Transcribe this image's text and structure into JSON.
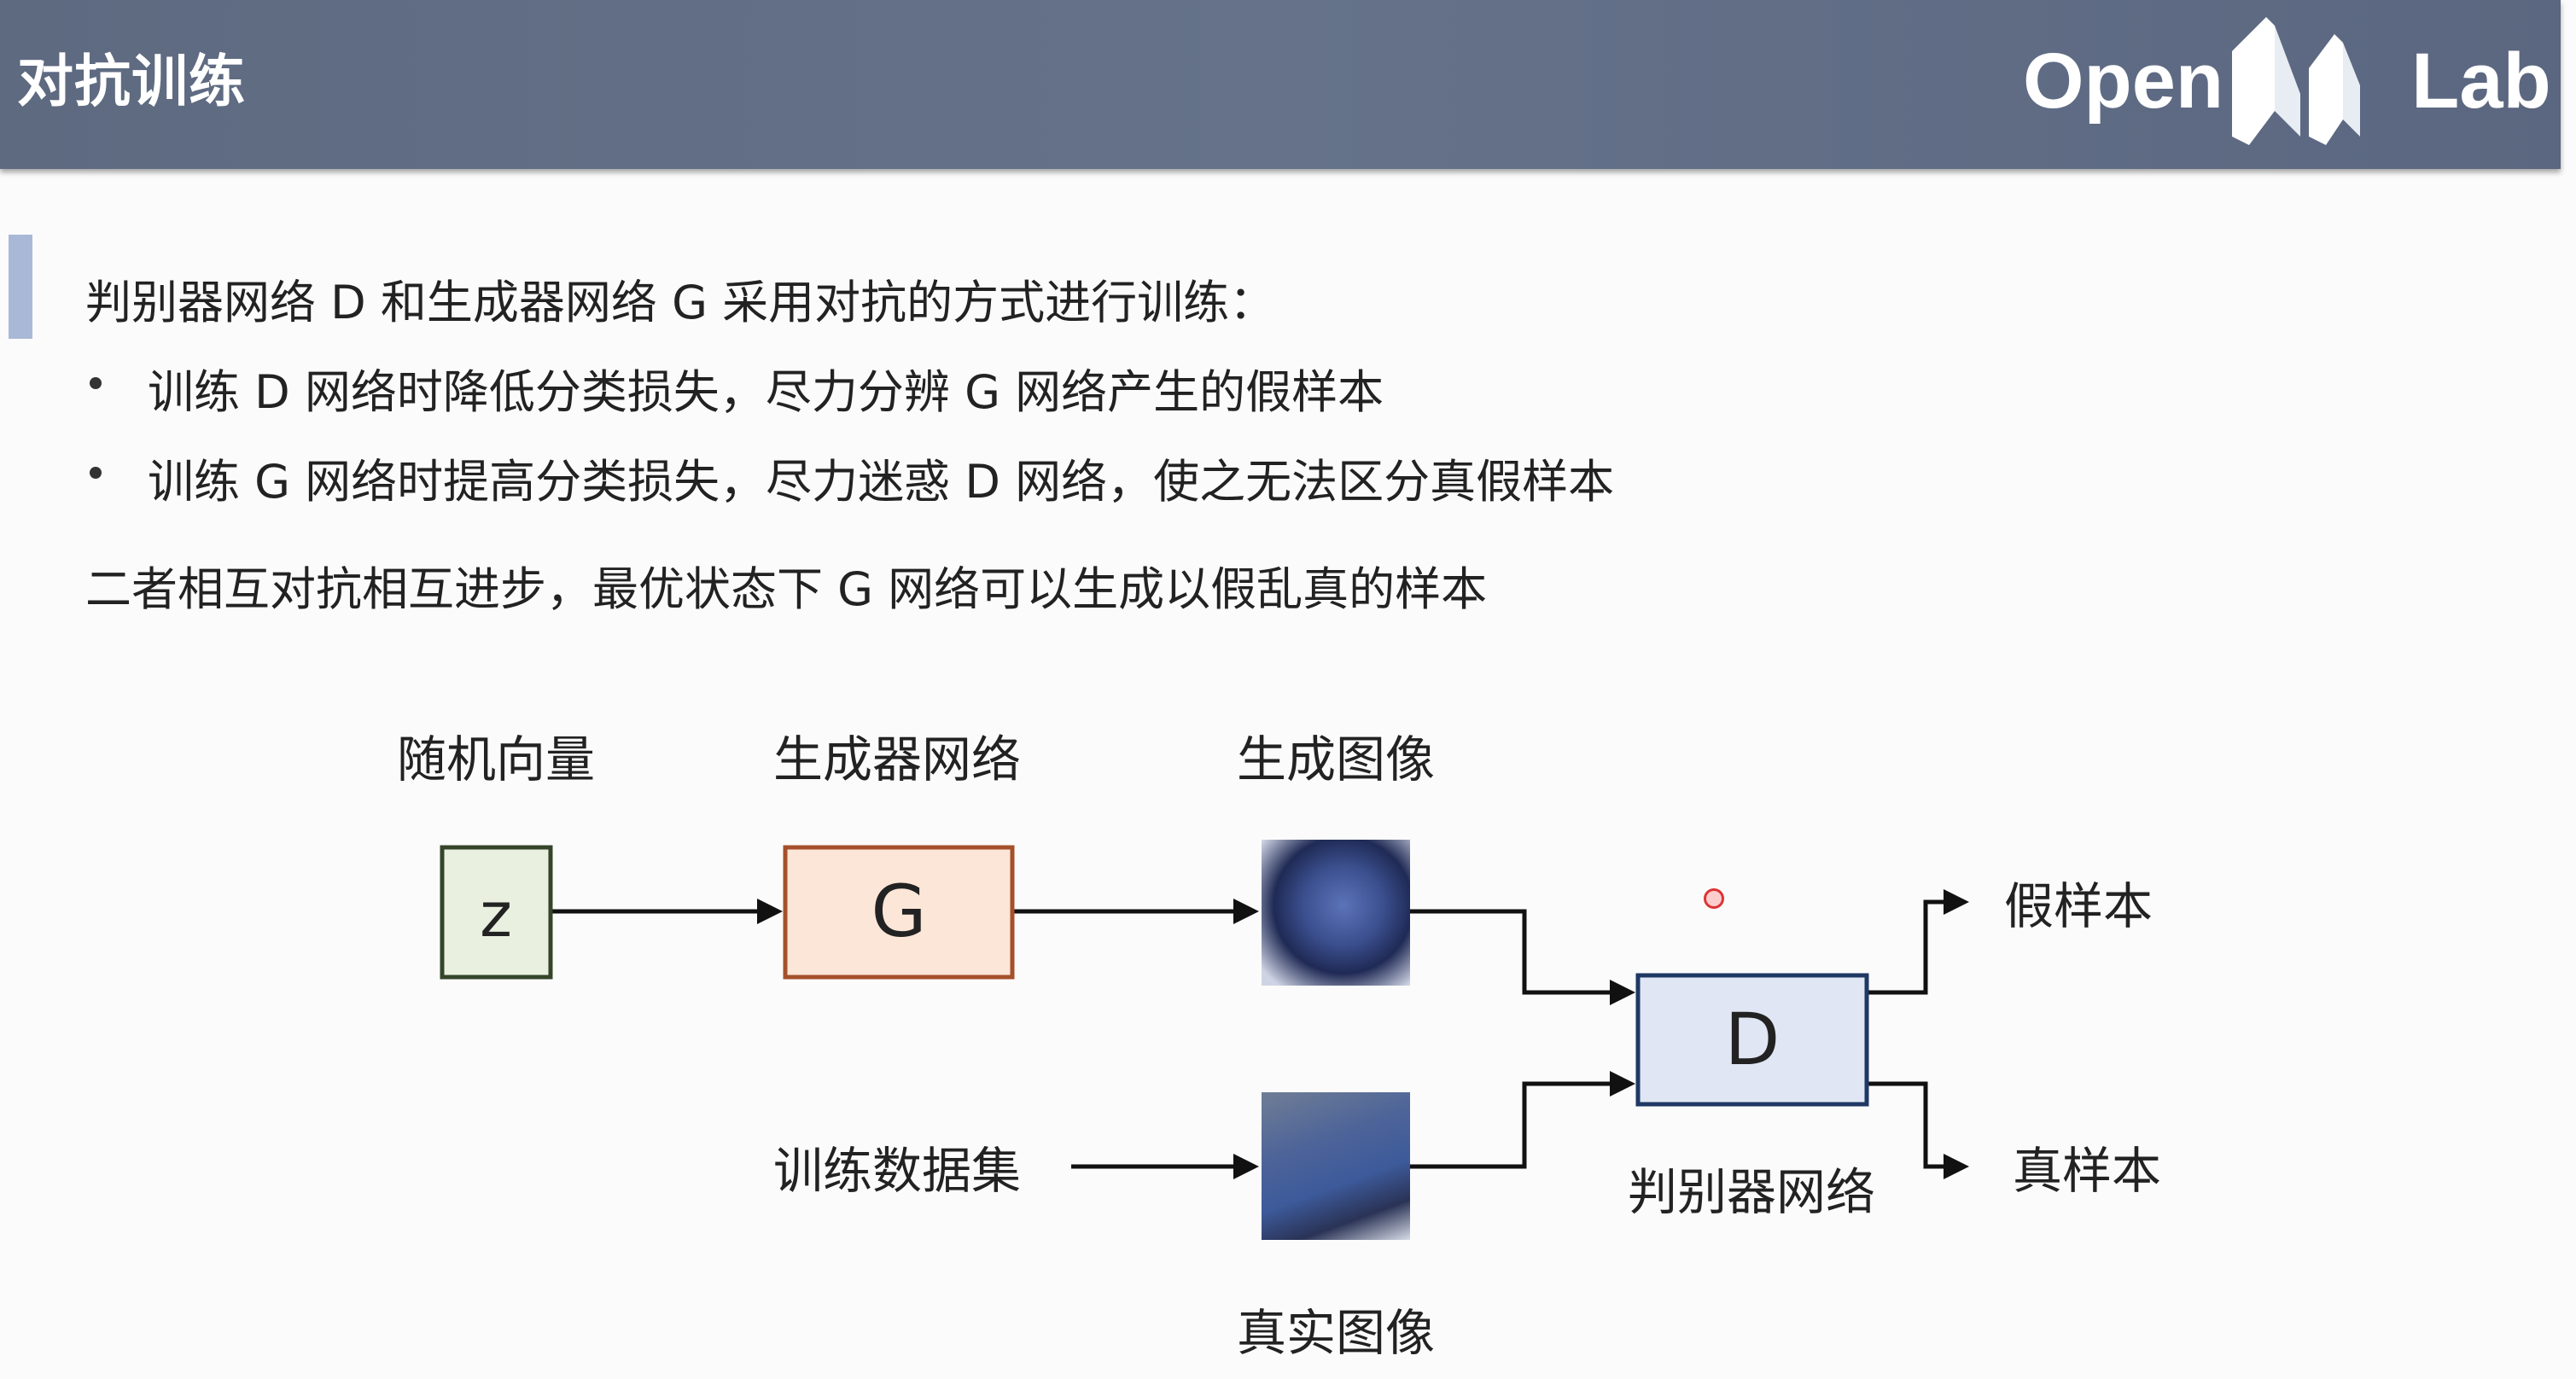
{
  "header": {
    "title": "对抗训练",
    "logo": "OpenMMLab"
  },
  "content": {
    "intro": "判别器网络 D 和生成器网络 G 采用对抗的方式进行训练：",
    "bullets": [
      "训练 D 网络时降低分类损失，尽力分辨 G 网络产生的假样本",
      "训练 G 网络时提高分类损失，尽力迷惑 D 网络，使之无法区分真假样本"
    ],
    "conclusion": "二者相互对抗相互进步，最优状态下 G 网络可以生成以假乱真的样本"
  },
  "diagram": {
    "random_vector_label": "随机向量",
    "generator_label": "生成器网络",
    "generated_image_label": "生成图像",
    "training_set_label": "训练数据集",
    "real_image_label": "真实图像",
    "discriminator_label": "判别器网络",
    "fake_output_label": "假样本",
    "real_output_label": "真样本",
    "z_box": "z",
    "g_box": "G",
    "d_box": "D",
    "colors": {
      "z_fill": "#e9f0e0",
      "g_fill": "#fbe6d8",
      "d_fill": "#e0e6f3"
    }
  }
}
